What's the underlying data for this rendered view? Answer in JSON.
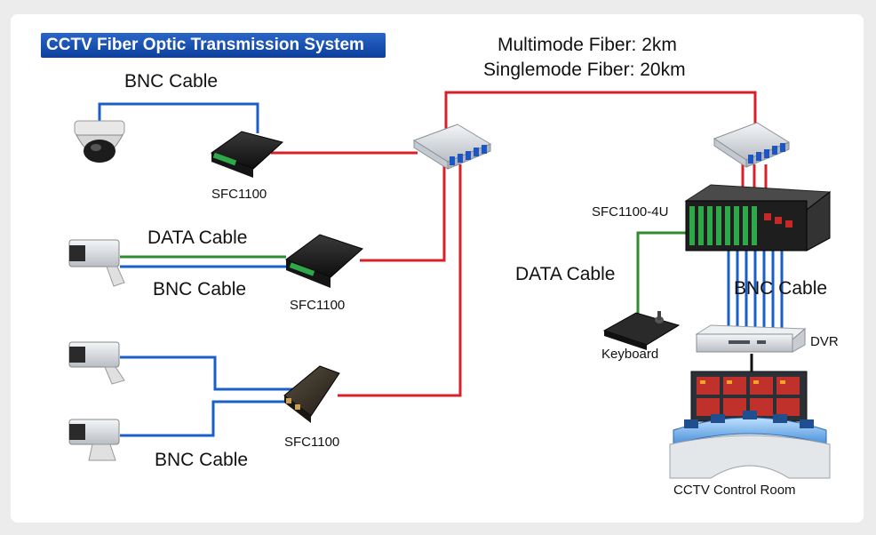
{
  "title": "CCTV Fiber Optic Transmission System",
  "fiber_info": {
    "line1": "Multimode Fiber: 2km",
    "line2": "Singlemode Fiber: 20km"
  },
  "labels": {
    "bnc_top": "BNC Cable",
    "sfc1": "SFC1100",
    "data_mid": "DATA Cable",
    "bnc_mid": "BNC Cable",
    "sfc2": "SFC1100",
    "sfc3": "SFC1100",
    "bnc_bottom": "BNC Cable",
    "sfc4u": "SFC1100-4U",
    "data_right": "DATA Cable",
    "bnc_right": "BNC Cable",
    "keyboard": "Keyboard",
    "dvr": "DVR",
    "control_room": "CCTV Control Room"
  },
  "colors": {
    "fiber": "#d8202a",
    "bnc": "#1a5fc8",
    "data": "#2e8b2e",
    "title_bg": "#0b3f9c"
  },
  "icons": {
    "dome_camera": "dome-camera-icon",
    "box_camera": "box-camera-icon",
    "converter": "converter-icon",
    "patch_panel": "fiber-patch-panel-icon",
    "rack": "rack-chassis-icon",
    "keyboard": "keyboard-icon",
    "dvr": "dvr-icon",
    "control_room": "control-room-icon"
  }
}
